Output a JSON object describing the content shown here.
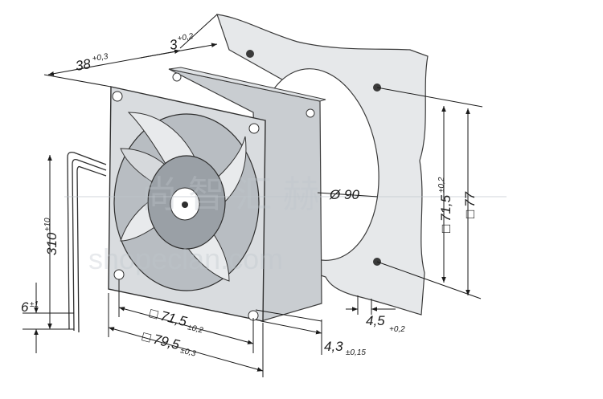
{
  "diagram": {
    "dims": {
      "d38": {
        "main": "38",
        "tol": "+0,3"
      },
      "d3": {
        "main": "3",
        "tol": "+0,2"
      },
      "d90": {
        "main": "90",
        "sym": "Ø"
      },
      "d715r": {
        "main": "71,5",
        "tol": "±0,2",
        "sym": "□"
      },
      "d77": {
        "main": "77",
        "sym": "□"
      },
      "d310": {
        "main": "310",
        "tol": "±10"
      },
      "d6": {
        "main": "6",
        "tol": "±1"
      },
      "d715b": {
        "main": "71,5",
        "tol": "±0,2",
        "sym": "□"
      },
      "d795": {
        "main": "79,5",
        "tol": "±0,3",
        "sym": "□"
      },
      "d43": {
        "main": "4,3",
        "tol": "±0,15"
      },
      "d45": {
        "main": "4,5",
        "tol": "+0,2"
      }
    },
    "watermark": {
      "cn": "尚 智 汇 赫",
      "url": "shopeclan.com"
    }
  }
}
